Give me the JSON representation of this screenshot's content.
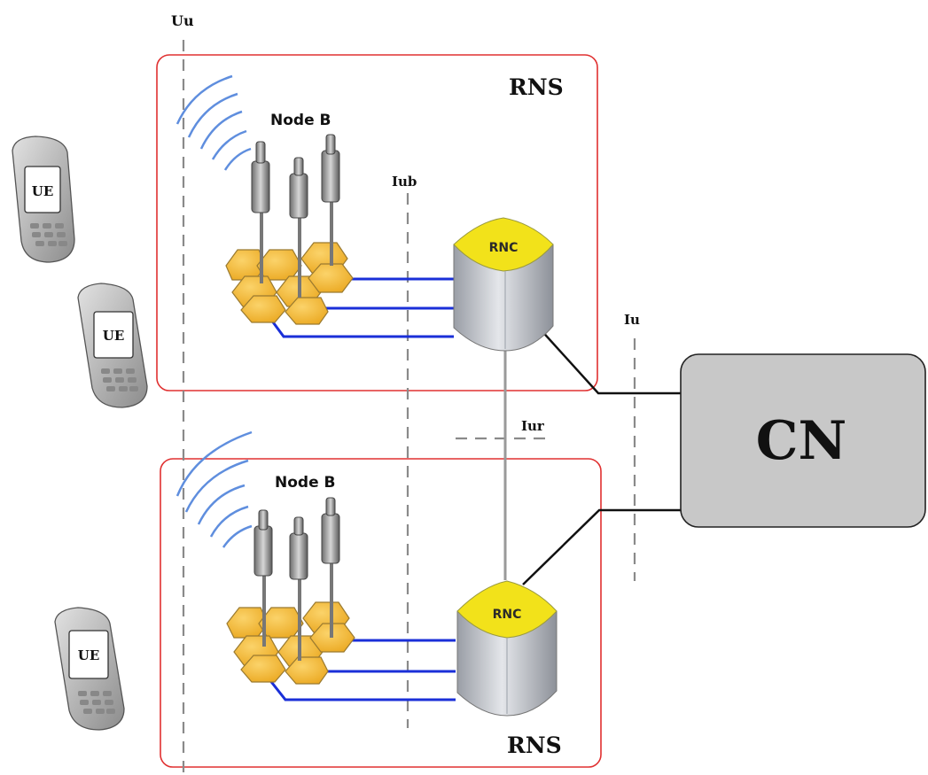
{
  "labels": {
    "uu": "Uu",
    "iub": "Iub",
    "iu": "Iu",
    "iur": "Iur",
    "rns_top": "RNS",
    "rns_bottom": "RNS",
    "nodeb_top": "Node B",
    "nodeb_bottom": "Node B",
    "rnc_top": "RNC",
    "rnc_bottom": "RNC",
    "cn": "CN",
    "ue_1": "UE",
    "ue_2": "UE",
    "ue_3": "UE"
  },
  "colors": {
    "rns_border": "#e03030",
    "iub_link": "#1a2fd8",
    "cell": "#f0b020",
    "cell_edge": "#9a7a30",
    "rnc_top": "#f2e21a",
    "rnc_body": "#c9ccd2",
    "cn_fill": "#c8c8c8",
    "radio_wave": "#5f8ede",
    "dashed": "#8a8a8a"
  },
  "icons": {
    "phone": "mobile-phone-icon",
    "antenna": "antenna-icon",
    "radio": "radio-wave-icon",
    "rnc": "rnc-server-icon"
  }
}
